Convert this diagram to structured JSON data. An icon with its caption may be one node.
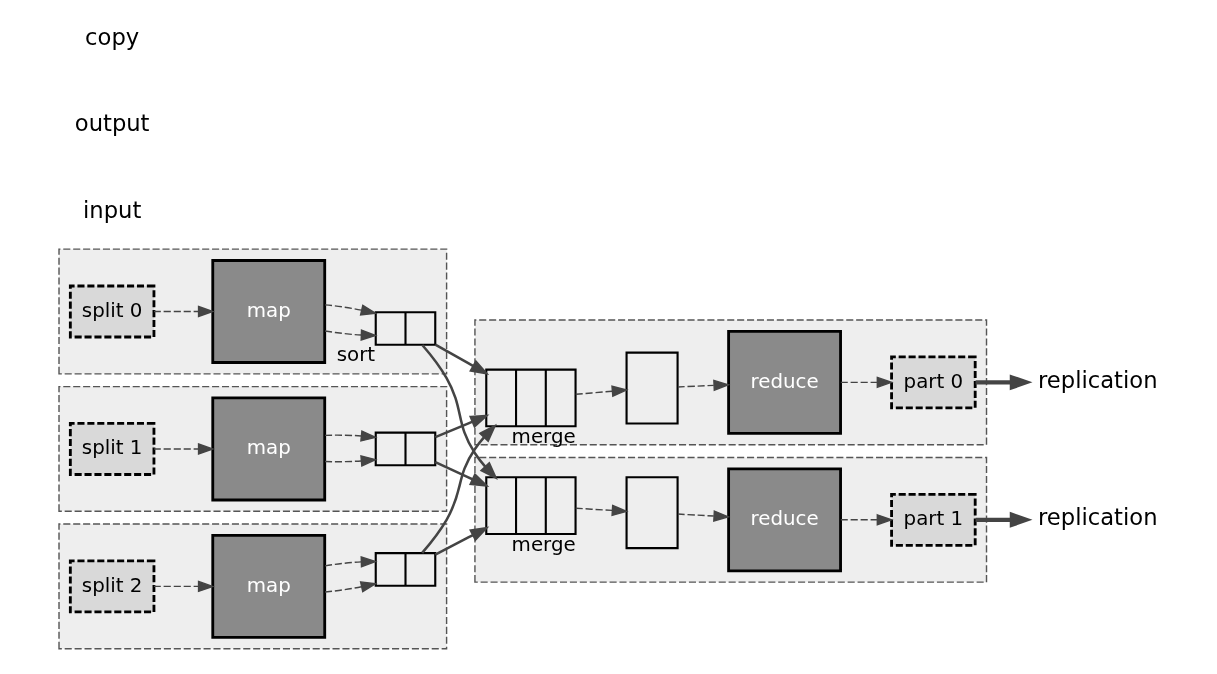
{
  "diagram": {
    "nodes": [
      {
        "text": [],
        "shape": "box"
      },
      {
        "text": [
          "split 0"
        ],
        "in": 0
      },
      {
        "text": [
          "map"
        ],
        "in": 0
      },
      {
        "text": [],
        "shape": "box",
        "in": 0,
        "beside": [
          "sort"
        ]
      },
      {
        "text": [],
        "shape": "box"
      },
      {
        "text": [
          "split 1"
        ],
        "in": 4
      },
      {
        "text": [
          "map"
        ],
        "in": 4
      },
      {
        "text": [],
        "shape": "box",
        "in": 4
      },
      {
        "text": [],
        "shape": "box"
      },
      {
        "text": [
          "split 2"
        ],
        "in": 8
      },
      {
        "text": [
          "map"
        ],
        "in": 8
      },
      {
        "text": [],
        "shape": "box",
        "in": 8
      },
      {
        "text": [],
        "shape": "box"
      },
      {
        "text": [],
        "shape": "box",
        "in": 12,
        "beside": [
          "merge"
        ]
      },
      {
        "text": [],
        "shape": "box",
        "in": 12
      },
      {
        "text": [
          "reduce"
        ],
        "in": 12
      },
      {
        "text": [
          "part 0"
        ],
        "in": 12
      },
      {
        "text": [],
        "shape": "box"
      },
      {
        "text": [],
        "shape": "box",
        "in": 17,
        "beside": [
          "merge"
        ]
      },
      {
        "text": [],
        "shape": "box",
        "in": 17
      },
      {
        "text": [
          "reduce"
        ],
        "in": 17
      },
      {
        "text": [
          "part 1"
        ],
        "in": 17
      },
      {
        "text": [
          "replication"
        ]
      },
      {
        "text": [
          "replication"
        ]
      }
    ],
    "edges": [
      {
        "from": 1,
        "to": 2,
        "arrow": "to",
        "style": "dashed"
      },
      {
        "from": 2,
        "to": 3,
        "arrow": "to",
        "style": "dashed"
      },
      {
        "from": 2,
        "to": 3,
        "arrow": "to",
        "style": "dashed"
      },
      {
        "from": 5,
        "to": 6,
        "arrow": "to",
        "style": "dashed"
      },
      {
        "from": 6,
        "to": 7,
        "arrow": "to",
        "style": "dashed"
      },
      {
        "from": 6,
        "to": 7,
        "arrow": "to",
        "style": "dashed"
      },
      {
        "from": 9,
        "to": 10,
        "arrow": "to",
        "style": "dashed"
      },
      {
        "from": 10,
        "to": 11,
        "arrow": "to",
        "style": "dashed"
      },
      {
        "from": 10,
        "to": 11,
        "arrow": "to",
        "style": "dashed"
      },
      {
        "from": 3,
        "to": 13,
        "arrow": "to"
      },
      {
        "from": 3,
        "to": 18,
        "arrow": "to"
      },
      {
        "from": 7,
        "to": 13,
        "arrow": "to"
      },
      {
        "from": 7,
        "to": 18,
        "arrow": "to"
      },
      {
        "from": 11,
        "to": 13,
        "arrow": "to"
      },
      {
        "from": 11,
        "to": 18,
        "arrow": "to"
      },
      {
        "from": 13,
        "to": 14,
        "arrow": "to",
        "style": "dashed"
      },
      {
        "from": 14,
        "to": 15,
        "arrow": "to",
        "style": "dashed"
      },
      {
        "from": 15,
        "to": 16,
        "arrow": "to",
        "style": "dashed"
      },
      {
        "from": 16,
        "to": 22,
        "arrow": "to",
        "style": "thick"
      },
      {
        "from": 18,
        "to": 19,
        "arrow": "to",
        "style": "dashed"
      },
      {
        "from": 19,
        "to": 20,
        "arrow": "to",
        "style": "dashed"
      },
      {
        "from": 20,
        "to": 21,
        "arrow": "to",
        "style": "dashed"
      },
      {
        "from": 21,
        "to": 23,
        "arrow": "to",
        "style": "thick"
      }
    ],
    "labels": [
      "input",
      "output",
      "copy"
    ]
  }
}
